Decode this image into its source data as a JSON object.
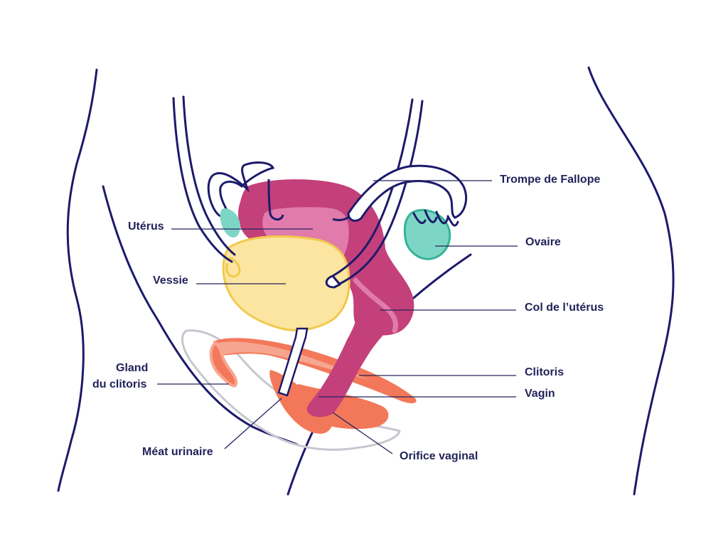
{
  "labels": {
    "fallopian_tube": "Trompe de Fallope",
    "uterus": "Utérus",
    "ovary": "Ovaire",
    "bladder": "Vessie",
    "cervix": "Col de l’utérus",
    "clitoris": "Clitoris",
    "glans_line1": "Gland",
    "glans_line2": "du clitoris",
    "vagina": "Vagin",
    "urinary_meatus": "Méat urinaire",
    "vaginal_opening": "Orifice vaginal"
  },
  "colors": {
    "outline": "#1c1a6b",
    "label_text": "#23235b",
    "uterus": "#c3407a",
    "uterus_inner": "#e07bab",
    "bladder": "#fbe5a0",
    "bladder_edge": "#f2c94c",
    "ovary": "#7dd6c5",
    "clitoris": "#f3785a",
    "clitoris_light": "#f6a68f",
    "vulva_outline": "#c8c6cf"
  }
}
